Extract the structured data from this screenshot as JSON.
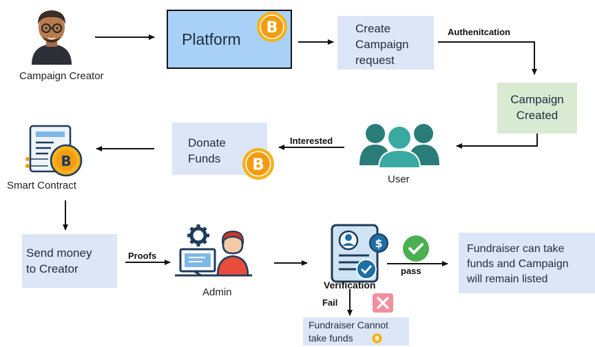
{
  "nodes": {
    "campaign_creator": "Campaign Creator",
    "platform": "Platform",
    "create_request": "Create\nCampaign\nrequest",
    "campaign_created": "Campaign\nCreated",
    "user": "User",
    "donate_funds": "Donate\nFunds",
    "smart_contract": "Smart Contract",
    "send_money": "Send money\nto Creator",
    "admin": "Admin",
    "verification": "Verification",
    "fundraiser_can": "Fundraiser can take\nfunds and Campaign\nwill remain listed",
    "fundraiser_cannot": "Fundraiser Cannot\ntake funds"
  },
  "edges": {
    "authentication": "Authenitcation",
    "interested": "Interested",
    "proofs": "Proofs",
    "pass": "pass",
    "fail": "Fail"
  },
  "colors": {
    "platform_fill": "#a9d1f7",
    "light_blue_box": "#dde6f7",
    "green_box": "#d9ead3",
    "bitcoin": "#f7b21b",
    "user_teal": "#2a7c79",
    "doc_blue": "#1d6fa5",
    "pass_green": "#4caf50",
    "fail_pink": "#f58ca0"
  },
  "icons": [
    "person-emoji-icon",
    "bitcoin-icon",
    "users-group-icon",
    "smart-contract-icon",
    "admin-workstation-icon",
    "verification-doc-icon",
    "check-icon",
    "cross-icon"
  ]
}
